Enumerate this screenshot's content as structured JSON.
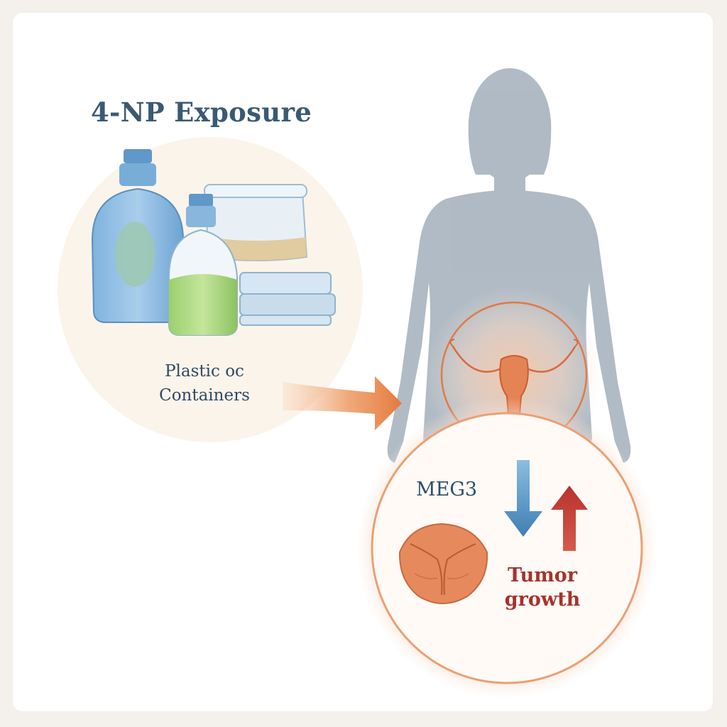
{
  "title": "4-NP Exposure",
  "source": {
    "label_line1": "Plastic oc",
    "label_line2": "Containers"
  },
  "effects": {
    "meg3_label": "MEG3",
    "meg3_direction": "down",
    "tumor_line1": "Tumor",
    "tumor_line2": "growth",
    "tumor_direction": "up"
  },
  "colors": {
    "title": "#3a5a74",
    "meg3_arrow": "#4a8cbc",
    "tumor_arrow": "#c8413a",
    "exposure_arrow": "#e68545",
    "silhouette": "#a9b5c0",
    "organ": "#e07a4a"
  }
}
